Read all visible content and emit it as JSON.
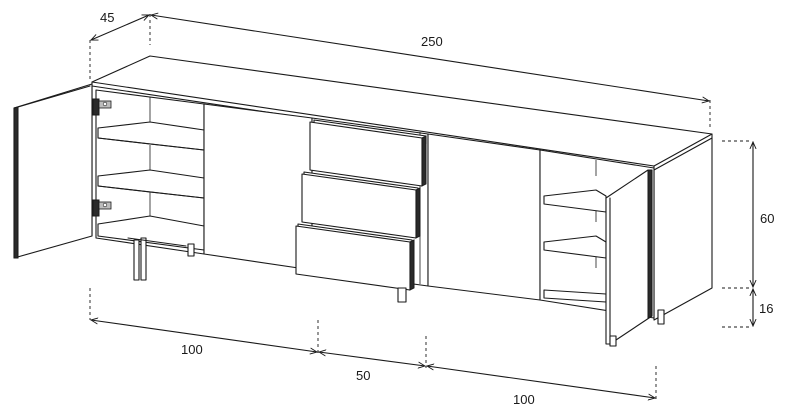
{
  "dimensions": {
    "depth": "45",
    "width": "250",
    "height_body": "60",
    "height_legs": "16",
    "segment_left": "100",
    "segment_middle": "50",
    "segment_right": "100"
  }
}
